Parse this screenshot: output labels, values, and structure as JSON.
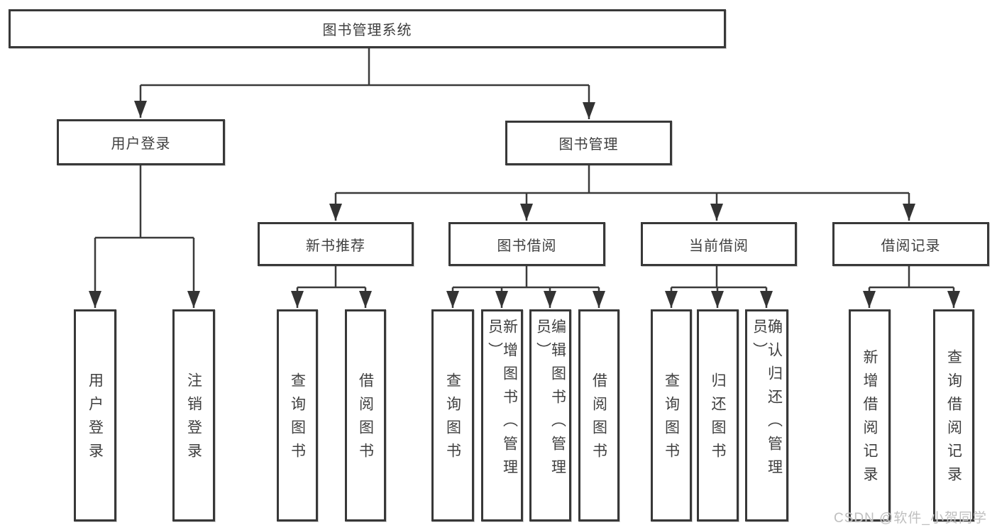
{
  "tree": {
    "label": "图书管理系统",
    "children": [
      {
        "label": "用户登录",
        "children": [
          {
            "label": "用户登录"
          },
          {
            "label": "注销登录"
          }
        ]
      },
      {
        "label": "图书管理",
        "children": [
          {
            "label": "新书推荐",
            "children": [
              {
                "label": "查询图书"
              },
              {
                "label": "借阅图书"
              }
            ]
          },
          {
            "label": "图书借阅",
            "children": [
              {
                "label": "查询图书"
              },
              {
                "label": "新增图书（管理员）"
              },
              {
                "label": "编辑图书（管理员）"
              },
              {
                "label": "借阅图书"
              }
            ]
          },
          {
            "label": "当前借阅",
            "children": [
              {
                "label": "查询图书"
              },
              {
                "label": "归还图书"
              },
              {
                "label": "确认归还（管理员）"
              }
            ]
          },
          {
            "label": "借阅记录",
            "children": [
              {
                "label": "新增借阅记录"
              },
              {
                "label": "查询借阅记录"
              }
            ]
          }
        ]
      }
    ]
  },
  "watermark": "CSDN @软件_小贺同学",
  "colors": {
    "line": "#3a3a3a",
    "border": "#383838",
    "text": "#3f3f3f",
    "background": "#ffffff",
    "watermark": "#bfbfbf"
  }
}
